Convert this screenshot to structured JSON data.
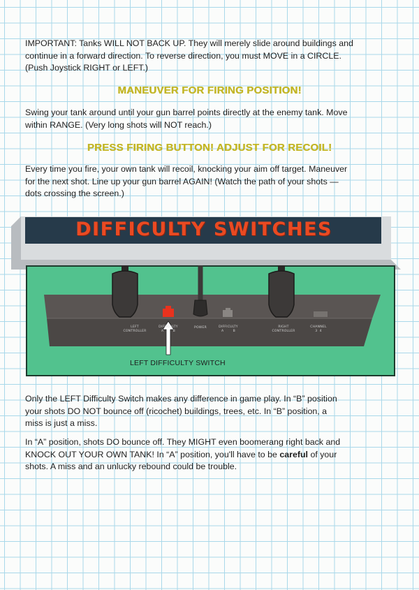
{
  "intro": {
    "line1": "IMPORTANT: Tanks WILL NOT BACK UP. They will merely slide around buildings and",
    "line2": "continue in a forward direction. To reverse direction, you must MOVE in a CIRCLE.",
    "line3": "(Push Joystick RIGHT or LEFT.)"
  },
  "section1": {
    "heading": "MANEUVER FOR FIRING POSITION!",
    "line1": "Swing your tank around until your gun barrel points directly at the enemy tank. Move",
    "line2": "within RANGE. (Very long shots will NOT reach.)"
  },
  "section2": {
    "heading": "PRESS FIRING BUTTON! ADJUST FOR RECOIL!",
    "line1": "Every time you fire, your own tank will recoil, knocking your aim off target. Maneuver",
    "line2": "for the next shot. Line up your gun barrel AGAIN! (Watch the path of your shots —",
    "line3": "dots crossing the screen.)"
  },
  "banner": {
    "title": "DIFFICULTY SWITCHES"
  },
  "console": {
    "labels": {
      "left_controller": "LEFT\nCONTROLLER",
      "difficulty_left": "DIFFICULTY\nA        B",
      "power": "POWER",
      "difficulty_right": "DIFFICULTY\nA        B",
      "right_controller": "RIGHT\nCONTROLLER",
      "channel": "CHANNEL\n3  4"
    },
    "callout": "LEFT DIFFICULTY SWITCH",
    "colors": {
      "panel": "#52c28e",
      "console": "#4f4b49",
      "highlight_switch": "#e8321e"
    }
  },
  "bottom1": {
    "line1": "Only the LEFT Difficulty Switch makes any difference in game play. In “B” position",
    "line2": "your shots DO NOT bounce off (ricochet) buildings, trees, etc. In “B” position, a",
    "line3": "miss is just a miss."
  },
  "bottom2": {
    "line1": "In “A” position, shots DO bounce off. They MIGHT even boomerang right back and",
    "line2": "KNOCK OUT YOUR OWN TANK! In “A” position, you'll have to be",
    "bold_word": "careful",
    "line2_end": " of your",
    "line3": "shots. A miss and an unlucky rebound could be trouble."
  }
}
